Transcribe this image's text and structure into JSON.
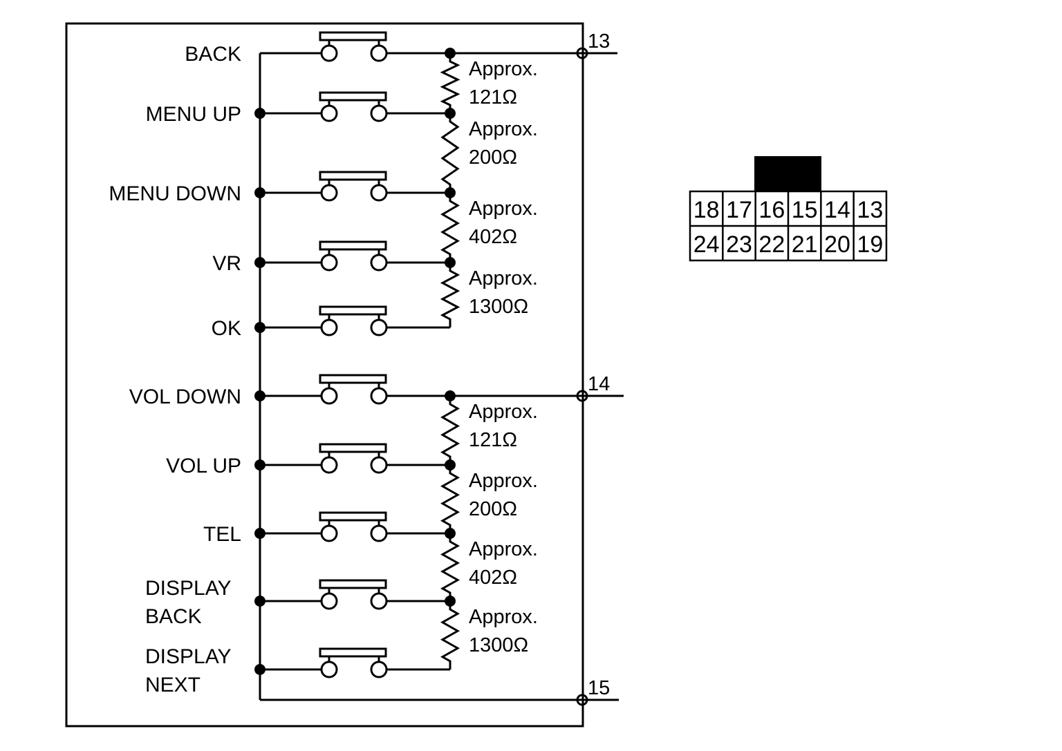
{
  "buttons": [
    {
      "lines": [
        "BACK"
      ]
    },
    {
      "lines": [
        "MENU UP"
      ]
    },
    {
      "lines": [
        "MENU DOWN"
      ]
    },
    {
      "lines": [
        "VR"
      ]
    },
    {
      "lines": [
        "OK"
      ]
    },
    {
      "lines": [
        "VOL DOWN"
      ]
    },
    {
      "lines": [
        "VOL UP"
      ]
    },
    {
      "lines": [
        "TEL"
      ]
    },
    {
      "lines": [
        "DISPLAY",
        "BACK"
      ]
    },
    {
      "lines": [
        "DISPLAY",
        "NEXT"
      ]
    }
  ],
  "resistors": [
    {
      "prefix": "Approx.",
      "value": "121Ω"
    },
    {
      "prefix": "Approx.",
      "value": "200Ω"
    },
    {
      "prefix": "Approx.",
      "value": "402Ω"
    },
    {
      "prefix": "Approx.",
      "value": "1300Ω"
    },
    {
      "prefix": "Approx.",
      "value": "121Ω"
    },
    {
      "prefix": "Approx.",
      "value": "200Ω"
    },
    {
      "prefix": "Approx.",
      "value": "402Ω"
    },
    {
      "prefix": "Approx.",
      "value": "1300Ω"
    }
  ],
  "terminals": [
    "13",
    "14",
    "15"
  ],
  "connector": {
    "top_row": [
      "18",
      "17",
      "16",
      "15",
      "14",
      "13"
    ],
    "bottom_row": [
      "24",
      "23",
      "22",
      "21",
      "20",
      "19"
    ]
  },
  "colors": {
    "line": "#000000",
    "background": "#ffffff"
  }
}
